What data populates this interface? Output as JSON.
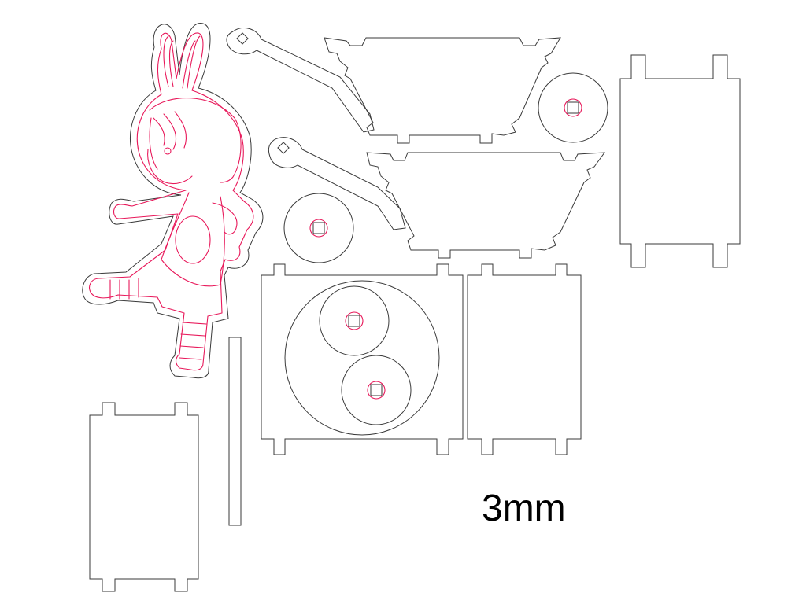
{
  "label": {
    "thickness": "3mm"
  },
  "colors": {
    "cut": "#3a3a3a",
    "engrave": "#e8185a",
    "background": "#ffffff"
  },
  "parts": [
    {
      "name": "bunny-girl-figure",
      "kind": "figure"
    },
    {
      "name": "crank-arm-upper",
      "kind": "crank"
    },
    {
      "name": "crank-arm-lower",
      "kind": "crank"
    },
    {
      "name": "trapezoid-panel-upper",
      "kind": "trapezoid"
    },
    {
      "name": "trapezoid-panel-lower",
      "kind": "trapezoid"
    },
    {
      "name": "small-gear-disc-right",
      "kind": "disc"
    },
    {
      "name": "small-gear-disc-left",
      "kind": "disc"
    },
    {
      "name": "side-panel-right",
      "kind": "panel"
    },
    {
      "name": "front-panel-cam",
      "kind": "panel"
    },
    {
      "name": "middle-panel",
      "kind": "panel"
    },
    {
      "name": "side-panel-left",
      "kind": "panel"
    },
    {
      "name": "axle-strip",
      "kind": "strip"
    }
  ]
}
